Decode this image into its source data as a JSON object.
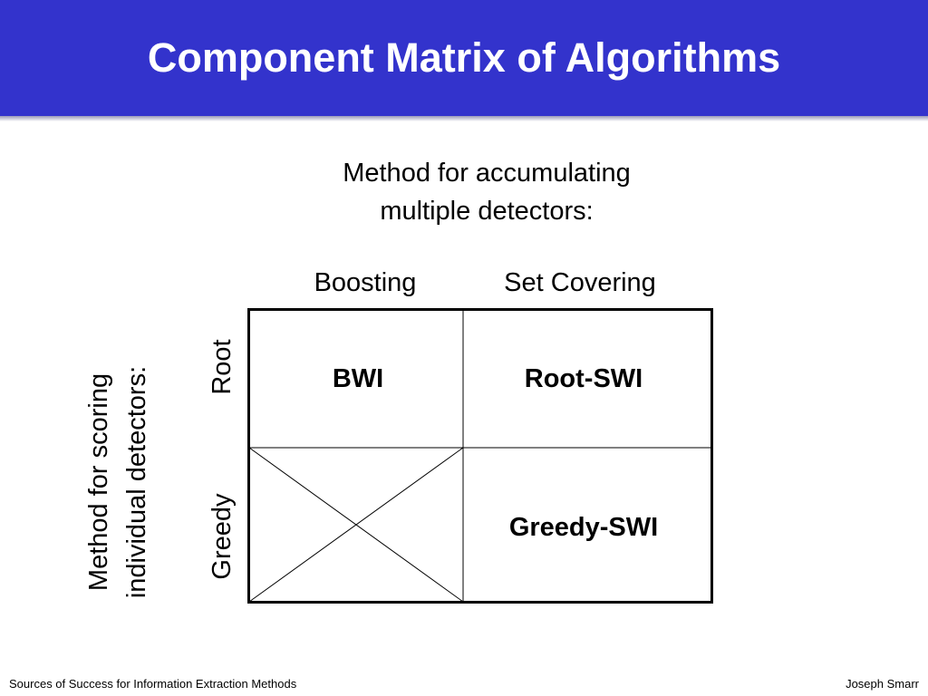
{
  "slide": {
    "title": "Component Matrix of Algorithms",
    "subtitle_line1": "Method for accumulating",
    "subtitle_line2": "multiple detectors:"
  },
  "matrix": {
    "columns": [
      "Boosting",
      "Set Covering"
    ],
    "rows": [
      "Root",
      "Greedy"
    ],
    "row_axis_line1": "Method for scoring",
    "row_axis_line2": "individual detectors:",
    "cells": {
      "root_boosting": "BWI",
      "root_setcover": "Root-SWI",
      "greedy_boosting": "",
      "greedy_setcover": "Greedy-SWI"
    }
  },
  "footer": {
    "left": "Sources of Success for Information Extraction Methods",
    "right": "Joseph Smarr"
  },
  "colors": {
    "header_bg": "#3333cc",
    "title_text": "#ffffff"
  }
}
